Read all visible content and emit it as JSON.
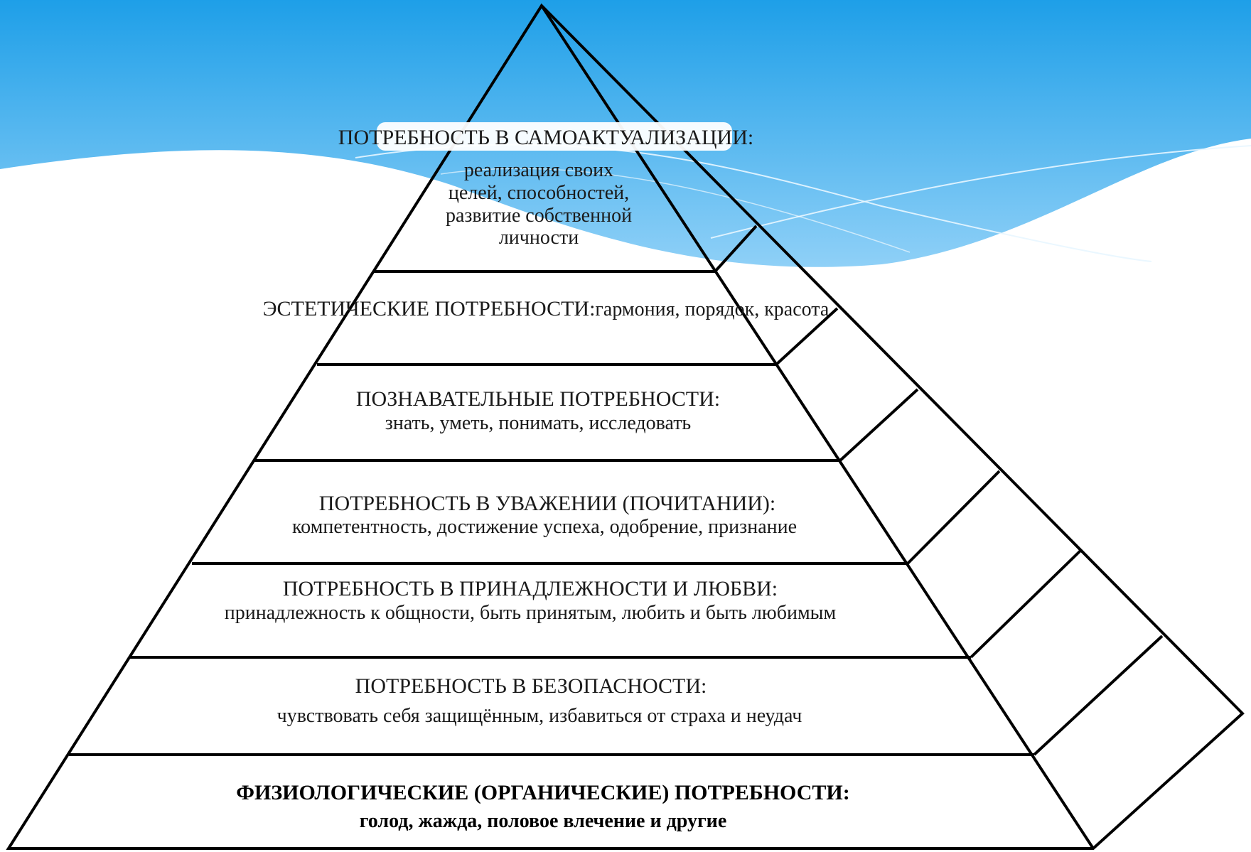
{
  "levels": [
    {
      "title": "ПОТРЕБНОСТЬ В САМОАКТУАЛИЗАЦИИ:",
      "description_lines": [
        "реализация своих",
        "целей, способностей,",
        "развитие собственной",
        "личности"
      ]
    },
    {
      "title": "ЭСТЕТИЧЕСКИЕ ПОТРЕБНОСТИ:",
      "description_lines": [
        "гармония, порядок, красота"
      ]
    },
    {
      "title": "ПОЗНАВАТЕЛЬНЫЕ ПОТРЕБНОСТИ:",
      "description_lines": [
        "знать, уметь, понимать, исследовать"
      ]
    },
    {
      "title": "ПОТРЕБНОСТЬ В УВАЖЕНИИ (ПОЧИТАНИИ):",
      "description_lines": [
        "компетентность, достижение успеха, одобрение, признание"
      ]
    },
    {
      "title": "ПОТРЕБНОСТЬ В ПРИНАДЛЕЖНОСТИ И ЛЮБВИ:",
      "description_lines": [
        "принадлежность к общности, быть принятым, любить и быть любимым"
      ]
    },
    {
      "title": "ПОТРЕБНОСТЬ В БЕЗОПАСНОСТИ:",
      "description_lines": [
        "чувствовать себя защищённым, избавиться от страха и неудач"
      ]
    },
    {
      "title": "ФИЗИОЛОГИЧЕСКИЕ (ОРГАНИЧЕСКИЕ) ПОТРЕБНОСТИ:",
      "description_lines": [
        "голод, жажда, половое влечение и другие"
      ]
    }
  ],
  "colors": {
    "banner_top": "#1e9fe8",
    "banner_bottom": "#8fd0f7",
    "lines": "#000000",
    "text": "#1a1a1a"
  }
}
